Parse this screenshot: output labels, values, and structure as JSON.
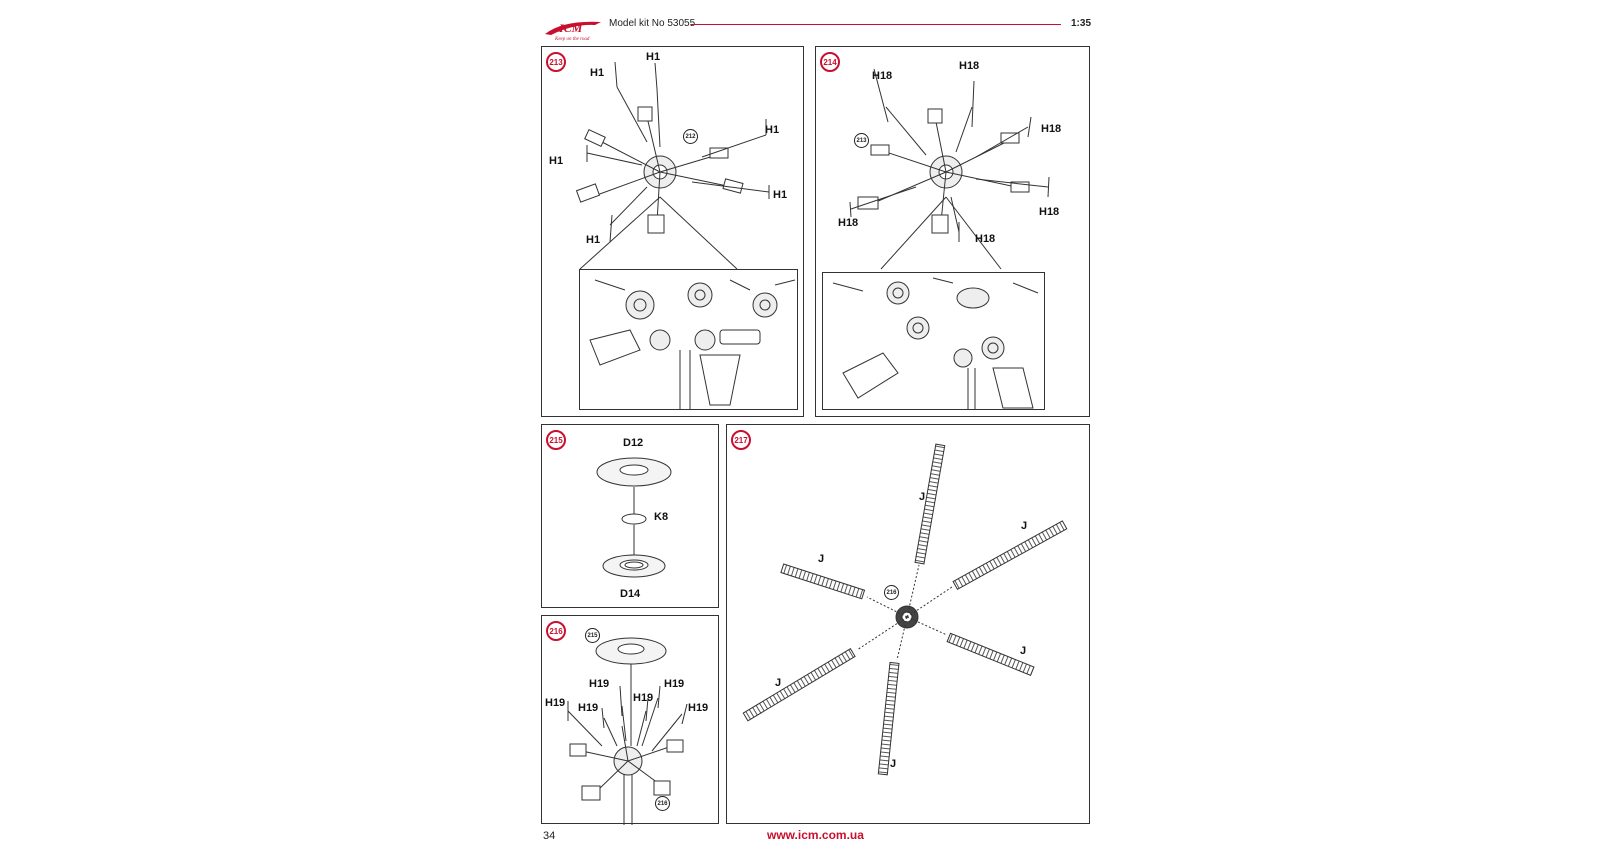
{
  "header": {
    "kit_label": "Model kit No 53055",
    "scale": "1:35",
    "brand_colors": {
      "accent": "#c8102e",
      "line": "#333333"
    }
  },
  "steps": {
    "s213": {
      "number": "213",
      "ref": "212",
      "parts": [
        "H1",
        "H1",
        "H1",
        "H1",
        "H1",
        "H1"
      ]
    },
    "s214": {
      "number": "214",
      "ref": "213",
      "parts": [
        "H18",
        "H18",
        "H18",
        "H18",
        "H18",
        "H18"
      ]
    },
    "s215": {
      "number": "215",
      "parts": [
        "D12",
        "K8",
        "D14"
      ]
    },
    "s216": {
      "number": "216",
      "ref": "215",
      "parts": [
        "H19",
        "H19",
        "H19",
        "H19",
        "H19",
        "H19"
      ]
    },
    "s217": {
      "number": "217",
      "ref": "216",
      "parts": [
        "J",
        "J",
        "J",
        "J",
        "J",
        "J"
      ]
    }
  },
  "footer": {
    "page_number": "34",
    "website": "www.icm.com.ua"
  }
}
